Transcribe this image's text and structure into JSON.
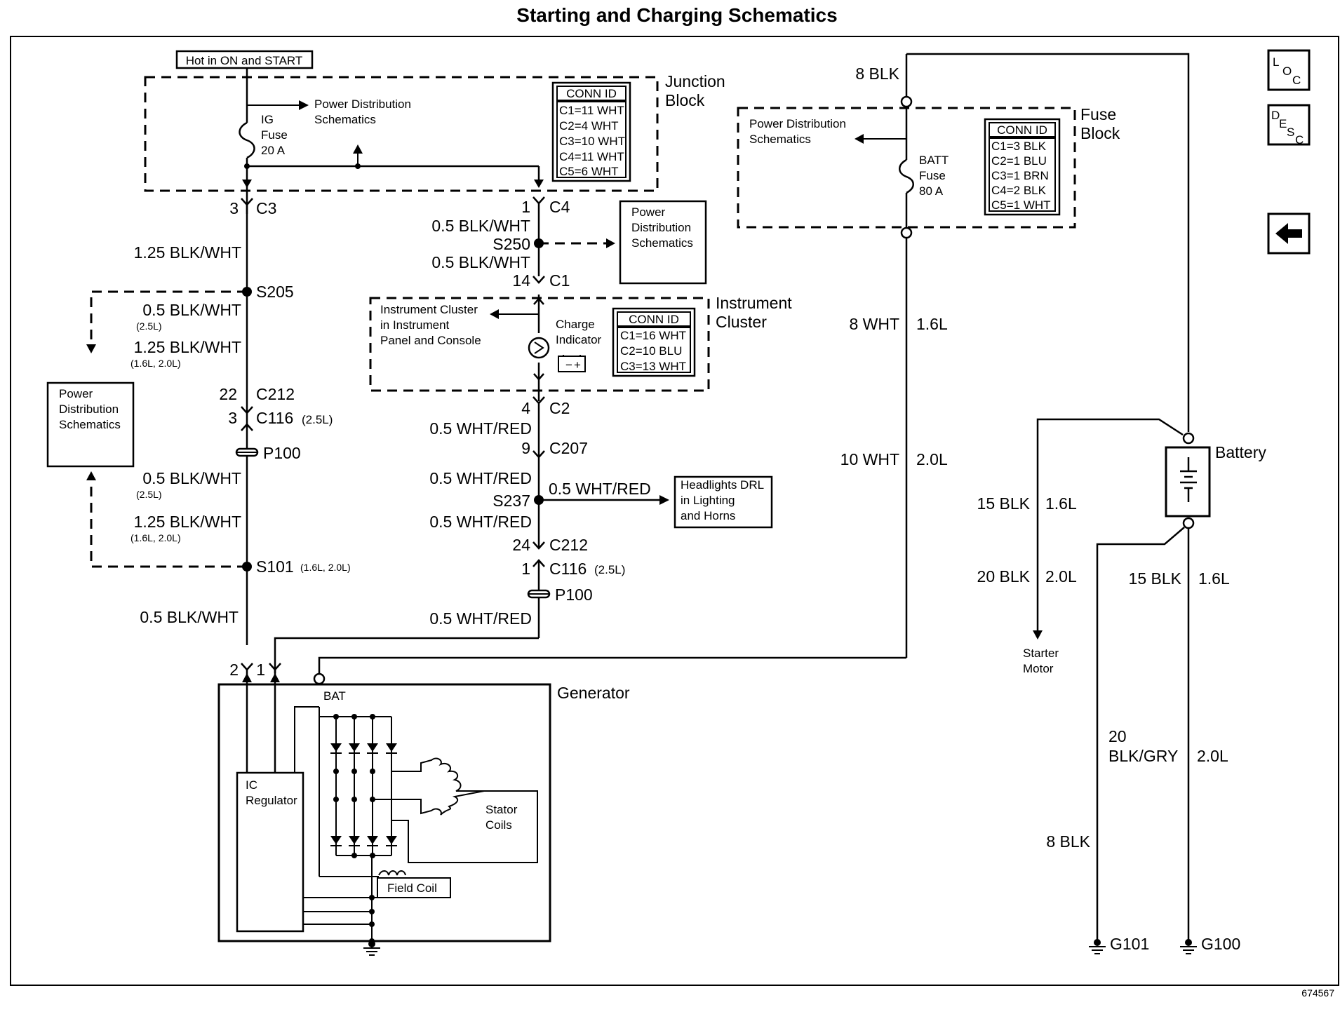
{
  "title": "Starting and Charging Schematics",
  "image_id": "674567",
  "nav": {
    "loc_letters": [
      "L",
      "O",
      "C"
    ],
    "desc_letters": [
      "D",
      "E",
      "S",
      "C"
    ],
    "back_arrow_icon": "left-arrow-icon"
  },
  "hot_label": "Hot in ON and START",
  "junction_block": {
    "title_lines": [
      "Junction",
      "Block"
    ],
    "fuse_lines": [
      "IG",
      "Fuse",
      "20 A"
    ],
    "pds_lines": [
      "Power Distribution",
      "Schematics"
    ],
    "conn_id": {
      "header": "CONN ID",
      "rows": [
        "C1=11 WHT",
        "C2=4 WHT",
        "C3=10 WHT",
        "C4=11 WHT",
        "C5=6 WHT"
      ]
    }
  },
  "fuse_block": {
    "title_lines": [
      "Fuse",
      "Block"
    ],
    "fuse_lines": [
      "BATT",
      "Fuse",
      "80 A"
    ],
    "pds_lines": [
      "Power Distribution",
      "Schematics"
    ],
    "conn_id": {
      "header": "CONN ID",
      "rows": [
        "C1=3 BLK",
        "C2=1 BLU",
        "C3=1 BRN",
        "C4=2 BLK",
        "C5=1 WHT"
      ]
    }
  },
  "instrument_cluster": {
    "title_lines": [
      "Instrument",
      "Cluster"
    ],
    "ref_lines": [
      "Instrument Cluster",
      "in Instrument",
      "Panel and Console"
    ],
    "indicator_lines": [
      "Charge",
      "Indicator"
    ],
    "conn_id": {
      "header": "CONN ID",
      "rows": [
        "C1=16 WHT",
        "C2=10 BLU",
        "C3=13 WHT"
      ]
    }
  },
  "pds_box_left": [
    "Power",
    "Distribution",
    "Schematics"
  ],
  "pds_box_mid": [
    "Power",
    "Distribution",
    "Schematics"
  ],
  "headlights_box": [
    "Headlights DRL",
    "in Lighting",
    "and Horns"
  ],
  "left_branch": {
    "c3_pin": "3",
    "c3": "C3",
    "wire_1": "1.25 BLK/WHT",
    "s205": "S205",
    "wire_2": "0.5 BLK/WHT",
    "wire_2_note": "(2.5L)",
    "wire_3": "1.25 BLK/WHT",
    "wire_3_note": "(1.6L, 2.0L)",
    "c212_pin": "22",
    "c212": "C212",
    "c116_pin": "3",
    "c116": "C116",
    "c116_note": "(2.5L)",
    "p100": "P100",
    "wire_4": "0.5 BLK/WHT",
    "wire_4_note": "(2.5L)",
    "wire_5": "1.25 BLK/WHT",
    "wire_5_note": "(1.6L, 2.0L)",
    "s101": "S101",
    "s101_note": "(1.6L, 2.0L)",
    "wire_6": "0.5 BLK/WHT"
  },
  "center_branch": {
    "c4_pin": "1",
    "c4": "C4",
    "wire_1": "0.5 BLK/WHT",
    "s250": "S250",
    "wire_2": "0.5 BLK/WHT",
    "c1_pin": "14",
    "c1": "C1",
    "c2_pin": "4",
    "c2": "C2",
    "wire_3": "0.5 WHT/RED",
    "c207_pin": "9",
    "c207": "C207",
    "wire_4": "0.5 WHT/RED",
    "s237": "S237",
    "wire_drl": "0.5 WHT/RED",
    "wire_5": "0.5 WHT/RED",
    "c212_pin": "24",
    "c212": "C212",
    "c116_pin": "1",
    "c116": "C116",
    "c116_note": "(2.5L)",
    "p100": "P100",
    "wire_6": "0.5 WHT/RED"
  },
  "right_branch": {
    "top_wire": "8 BLK",
    "wire_16": "8 WHT",
    "wire_16_engine": "1.6L",
    "wire_20": "10 WHT",
    "wire_20_engine": "2.0L"
  },
  "generator": {
    "title": "Generator",
    "pin_2": "2",
    "pin_1": "1",
    "bat": "BAT",
    "regulator_lines": [
      "IC",
      "Regulator"
    ],
    "stator_lines": [
      "Stator",
      "Coils"
    ],
    "field_coil": "Field Coil"
  },
  "battery": {
    "title": "Battery",
    "starter_16": "15 BLK",
    "starter_16_engine": "1.6L",
    "starter_20": "20 BLK",
    "starter_20_engine": "2.0L",
    "starter_lines": [
      "Starter",
      "Motor"
    ],
    "ground_16": "15 BLK",
    "ground_16_engine": "1.6L",
    "ground_20_a": "20",
    "ground_20_b": "BLK/GRY",
    "ground_20_engine": "2.0L",
    "g101_wire": "8 BLK",
    "g101": "G101",
    "g100": "G100"
  }
}
